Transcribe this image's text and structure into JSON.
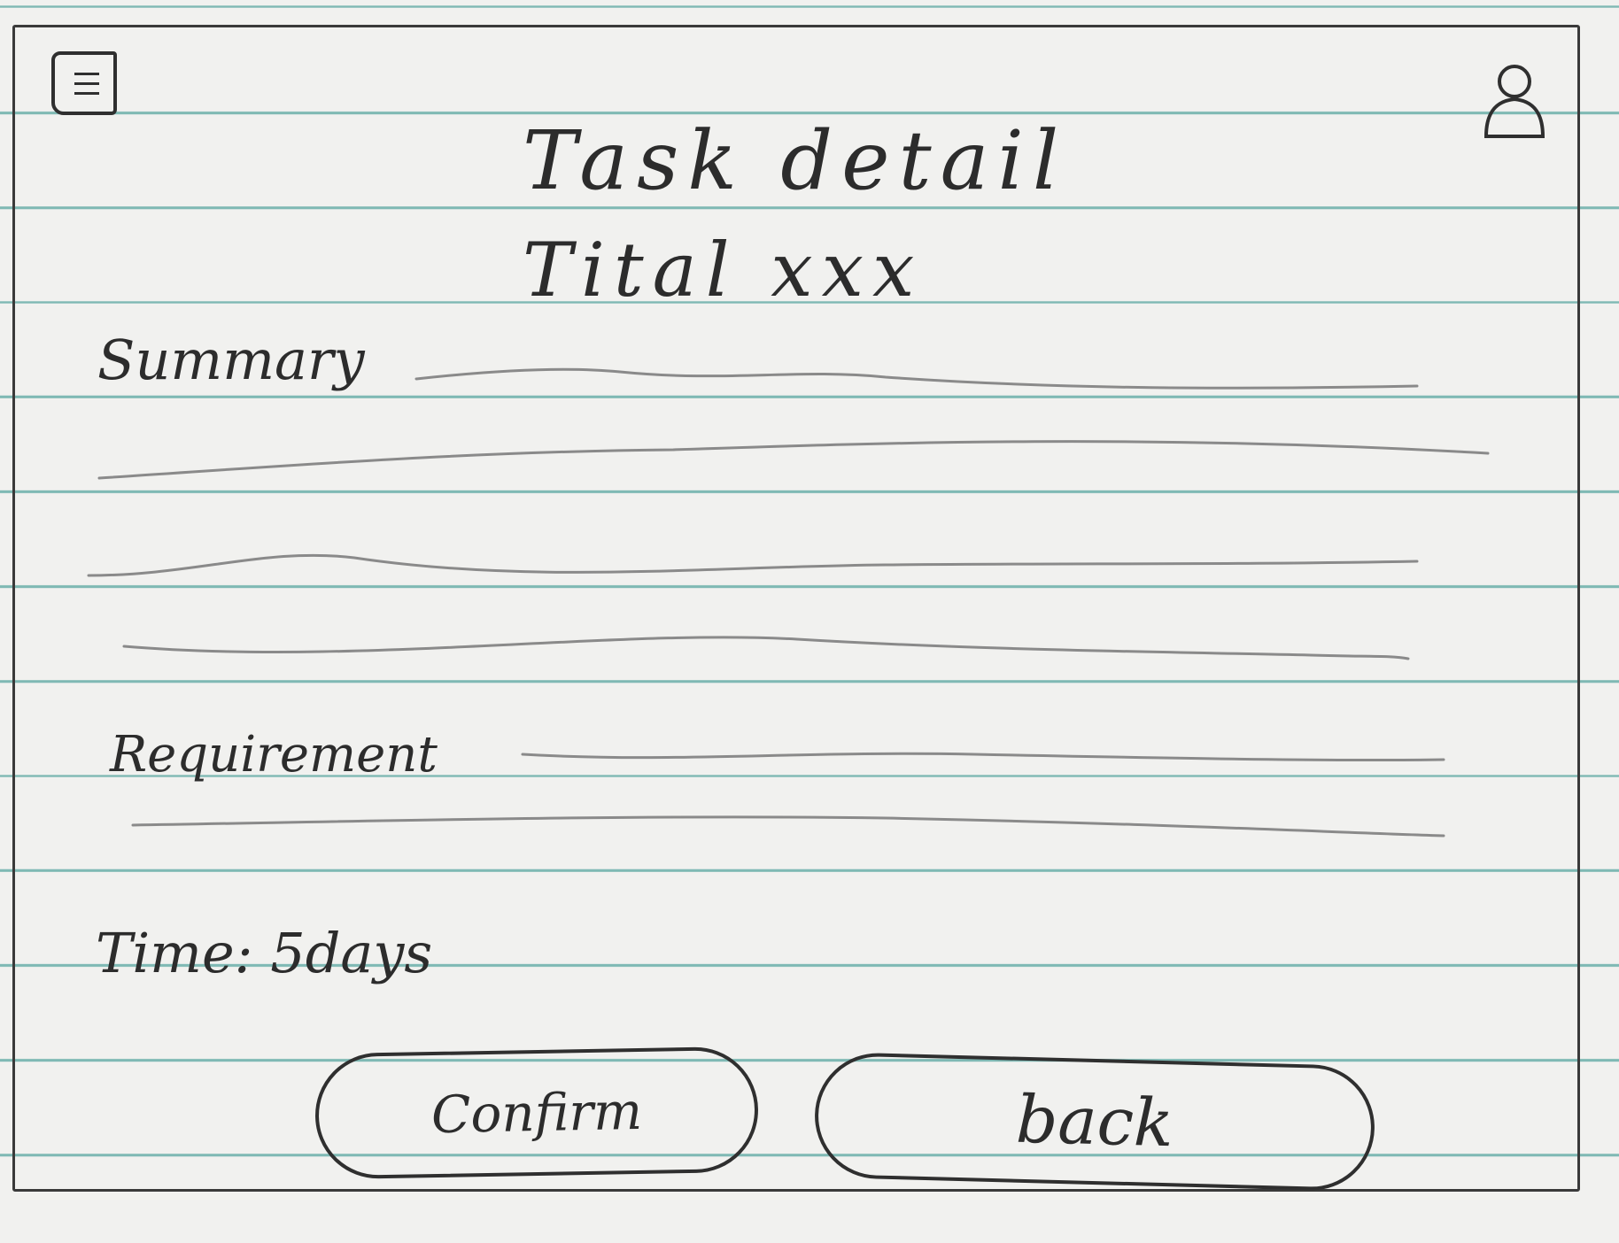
{
  "header": {
    "title": "Task detail",
    "task_title": "Tital xxx"
  },
  "icons": {
    "menu": "menu-icon",
    "user": "user-icon"
  },
  "fields": {
    "summary_label": "Summary",
    "requirement_label": "Requirement",
    "time_label": "Time:",
    "time_value": "5days"
  },
  "actions": {
    "confirm_label": "Confirm",
    "back_label": "back"
  }
}
